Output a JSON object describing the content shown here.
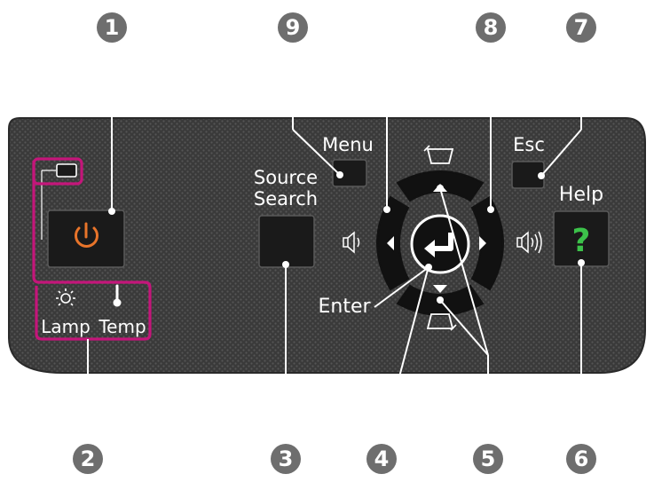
{
  "panel": {
    "labels": {
      "menu": "Menu",
      "source_line1": "Source",
      "source_line2": "Search",
      "esc": "Esc",
      "help": "Help",
      "help_symbol": "?",
      "enter": "Enter",
      "lamp": "Lamp",
      "temp": "Temp"
    }
  },
  "callouts": {
    "top": [
      "1",
      "9",
      "8",
      "7"
    ],
    "bottom": [
      "2",
      "3",
      "4",
      "5",
      "6"
    ]
  },
  "colors": {
    "panel": "#3a3a3a",
    "button": "#1a1a1a",
    "callout_circle": "#6e6e6e",
    "highlight": "#c4167a",
    "power_icon": "#e8742a",
    "help_icon": "#3cc24a"
  },
  "icons": [
    "power-icon",
    "help-icon",
    "enter-icon",
    "lamp-icon",
    "temp-icon",
    "volume-down-icon",
    "volume-up-icon",
    "keystone-up-icon",
    "keystone-down-icon",
    "arrow-up-icon",
    "arrow-down-icon",
    "arrow-left-icon",
    "arrow-right-icon"
  ]
}
